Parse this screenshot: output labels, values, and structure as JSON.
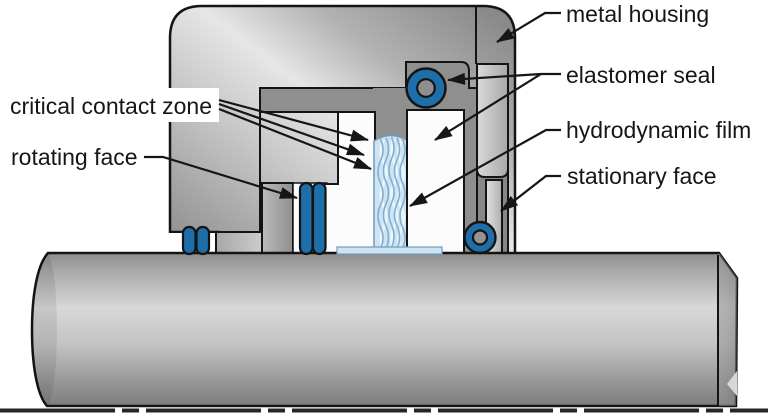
{
  "diagram": {
    "kind": "cross-section schematic",
    "labels": {
      "critical_contact_zone": "critical contact zone",
      "rotating_face": "rotating face",
      "metal_housing": "metal housing",
      "elastomer_seal": "elastomer seal",
      "hydrodynamic_film": "hydrodynamic film",
      "stationary_face": "stationary face"
    },
    "colors": {
      "elastomer_blue": "#1e6fa9",
      "film_blue": "#cfe4f2",
      "film_wave_blue": "#7fafd2",
      "film_edge_blue": "#6f9cbf",
      "recess_gray": "#8f8f8f",
      "ink": "#161616"
    }
  }
}
